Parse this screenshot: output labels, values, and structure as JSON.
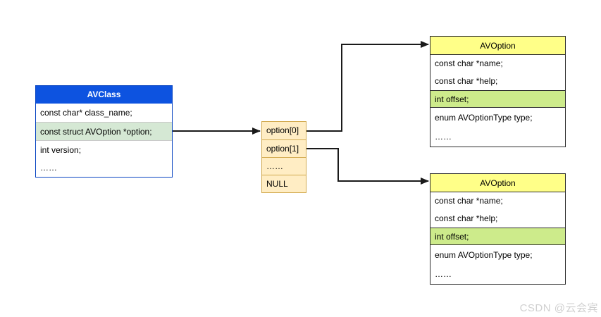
{
  "colors": {
    "avclass-header": "#0d53e0",
    "avclass-border": "#0a46c2",
    "avclass-highlight": "#d5e8d4",
    "avoption-header": "#ffff88",
    "avoption-highlight": "#cdeb8b",
    "array-fill": "#ffedc4",
    "array-border": "#d2aa50",
    "line": "#1a1a1a",
    "watermark": "#d0d0d0"
  },
  "avclass": {
    "title": "AVClass",
    "rows": [
      "const char* class_name;",
      "const struct AVOption *option;",
      "int version;",
      "……"
    ]
  },
  "options_array": {
    "cells": [
      "option[0]",
      "option[1]",
      "……",
      "NULL"
    ]
  },
  "avoption_top": {
    "title": "AVOption",
    "rows": [
      "const char *name;",
      "const char *help;",
      "int offset;",
      "enum AVOptionType type;",
      "……"
    ]
  },
  "avoption_bottom": {
    "title": "AVOption",
    "rows": [
      "const char *name;",
      "const char *help;",
      "int offset;",
      "enum AVOptionType type;",
      "……"
    ]
  },
  "watermark": "CSDN @云会宾"
}
